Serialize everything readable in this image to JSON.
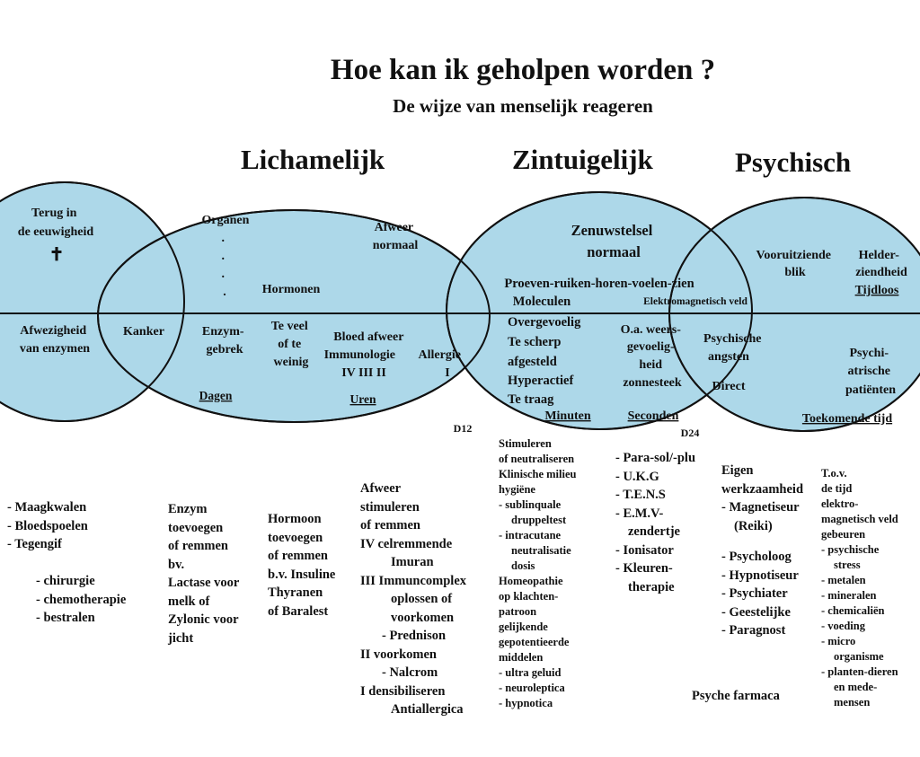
{
  "title": "Hoe kan ik geholpen worden ?",
  "subtitle": "De wijze van menselijk reageren",
  "headings": {
    "lichamelijk": "Lichamelijk",
    "zintuigelijk": "Zintuigelijk",
    "psychisch": "Psychisch"
  },
  "colors": {
    "circle_fill": "#add8e9",
    "outline": "#111111"
  },
  "circle1": {
    "top_lines": [
      "Terug in",
      "de eeuwigheid"
    ],
    "cross": "✝",
    "bottom_lines": [
      "Afwezigheid",
      "van enzymen"
    ]
  },
  "overlap12": {
    "label": "Kanker"
  },
  "circle2": {
    "organen": "Organen",
    "dots": [
      ".",
      ".",
      ".",
      "."
    ],
    "hormonen": "Hormonen",
    "afweer": [
      "Afweer",
      "normaal"
    ],
    "enzymgebrek": [
      "Enzym-",
      "gebrek"
    ],
    "teveel": [
      "Te veel",
      "of te",
      "weinig"
    ],
    "bloed": [
      "Bloed afweer",
      "Immunologie",
      "IV III II"
    ],
    "allergie": [
      "Allergie",
      "I"
    ],
    "dagen": "Dagen",
    "uren": "Uren"
  },
  "circle3": {
    "zenuw": [
      "Zenuwstelsel",
      "normaal"
    ],
    "proeven": "Proeven-ruiken-horen-voelen-zien",
    "moleculen": "Moleculen",
    "elektro": "Elektromagnetisch veld",
    "overgevoelig": [
      "Overgevoelig",
      "Te scherp",
      "afgesteld",
      "Hyperactief",
      "Te traag"
    ],
    "weers": [
      "O.a. weers-",
      "gevoelig-",
      "heid",
      "zonnesteek"
    ],
    "minuten": "Minuten",
    "seconden": "Seconden",
    "d12": "D12",
    "d24": "D24"
  },
  "circle4": {
    "vooruit": [
      "Vooruitziende",
      "blik"
    ],
    "helder": [
      "Helder-",
      "ziendheid"
    ],
    "tijdloos": "Tijdloos",
    "angsten": [
      "Psychische",
      "angsten"
    ],
    "direct": "Direct",
    "psychi": [
      "Psychi-",
      "atrische",
      "patiënten"
    ],
    "toekomende": "Toekomende tijd"
  },
  "lists": {
    "col1a": [
      "- Maagkwalen",
      "- Bloedspoelen",
      "- Tegengif"
    ],
    "col1b": [
      "- chirurgie",
      "- chemotherapie",
      "- bestralen"
    ],
    "col2": [
      "Enzym",
      "toevoegen",
      "of remmen",
      "bv.",
      "Lactase voor",
      "melk of",
      "Zylonic voor",
      "jicht"
    ],
    "col3": [
      "Hormoon",
      "toevoegen",
      "of remmen",
      "b.v. Insuline",
      "Thyranen",
      "of  Baralest"
    ],
    "col4": [
      "Afweer",
      "stimuleren",
      "of remmen",
      "IV  celremmende",
      "Imuran",
      "III Immuncomplex",
      "oplossen of",
      "voorkomen",
      "- Prednison",
      "II  voorkomen",
      "- Nalcrom",
      "I   densibiliseren",
      "Antiallergica"
    ],
    "col5": [
      "Stimuleren",
      "of neutraliseren",
      "Klinische milieu",
      "hygiëne",
      "- sublinquale",
      "druppeltest",
      "- intracutane",
      "neutralisatie",
      "dosis",
      "Homeopathie",
      "op klachten-",
      "patroon",
      "gelijkende",
      "gepotentieerde",
      "middelen",
      "- ultra geluid",
      "- neuroleptica",
      "- hypnotica"
    ],
    "col6": [
      "- Para-sol/-plu",
      "- U.K.G",
      "- T.E.N.S",
      "- E.M.V-",
      "zendertje",
      "- Ionisator",
      "- Kleuren-",
      "therapie"
    ],
    "col7": [
      "Eigen",
      "werkzaamheid",
      "- Magnetiseur",
      "(Reiki)",
      "- Psycholoog",
      "- Hypnotiseur",
      "- Psychiater",
      "- Geestelijke",
      "- Paragnost"
    ],
    "col7b": "Psyche farmaca",
    "col8": [
      "T.o.v.",
      "de tijd",
      "elektro-",
      "magnetisch veld",
      "gebeuren",
      "- psychische",
      "stress",
      "- metalen",
      "- mineralen",
      "- chemicaliën",
      "- voeding",
      "- micro",
      "organisme",
      "- planten-dieren",
      "en mede-",
      "mensen"
    ]
  }
}
